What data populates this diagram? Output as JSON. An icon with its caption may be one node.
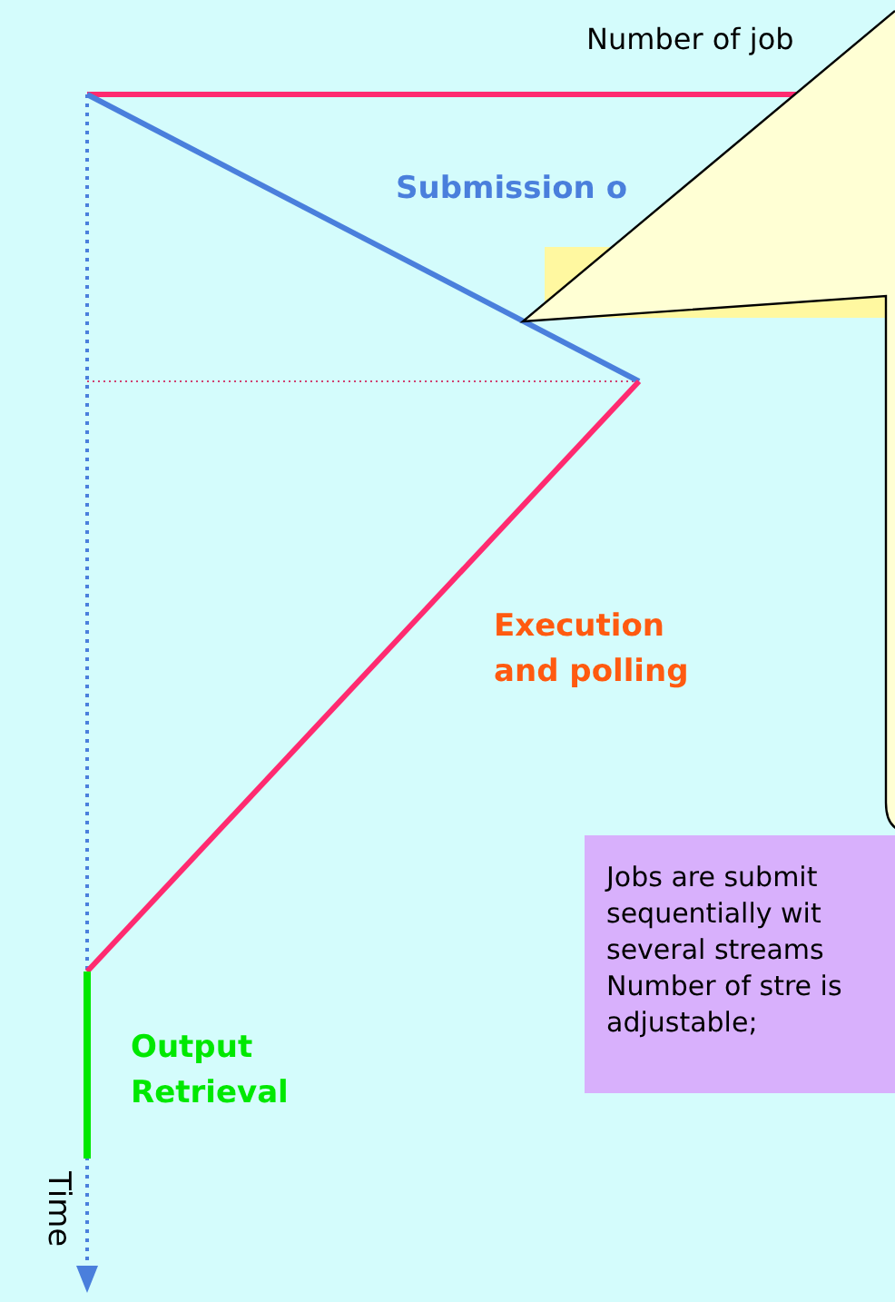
{
  "diagram": {
    "nodes": [
      {
        "text": [],
        "shape": "callout"
      },
      {
        "text": [
          "Jobs are submit sequentially wit several streams Number of stre is adjustable;"
        ]
      }
    ],
    "labels": [
      "Number of job",
      "Submission o",
      "Execution and polling",
      "Output Retrieval",
      "Time"
    ]
  }
}
